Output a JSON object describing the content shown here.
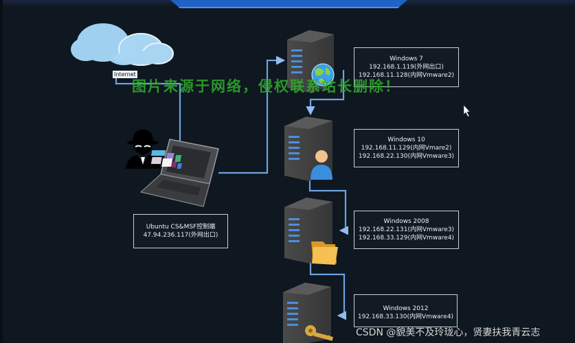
{
  "diagram": {
    "title_bar": {
      "label": ""
    },
    "internet": {
      "label": "Internet"
    },
    "attacker": {
      "title": "Ubuntu CS&MSF控制端",
      "ip": "47.94.236.117(外网出口)"
    },
    "nodes": [
      {
        "title": "Windows 7",
        "lines": [
          "192.168.1.119(外网出口)",
          "192.168.11.128(内网Vmware2)"
        ],
        "badge": "globe-icon"
      },
      {
        "title": "Windows 10",
        "lines": [
          "192.168.11.129(内网Vmare2)",
          "192.168.22.130(内网Vmware3)"
        ],
        "badge": "user-icon"
      },
      {
        "title": "Windows 2008",
        "lines": [
          "192.168.22.131(内网Vmware3)",
          "192.168.33.129(内网Vmware4)"
        ],
        "badge": "folder-icon"
      },
      {
        "title": "Windows 2012",
        "lines": [
          "192.168.33.130(内网Vmware4)"
        ],
        "badge": "key-icon"
      }
    ],
    "connections": [
      {
        "from": "Internet",
        "to": "Ubuntu CS&MSF控制端"
      },
      {
        "from": "Ubuntu CS&MSF控制端",
        "to": "Windows 7"
      },
      {
        "from": "Windows 7",
        "to": "Windows 10"
      },
      {
        "from": "Windows 10",
        "to": "Windows 2008"
      },
      {
        "from": "Windows 2008",
        "to": "Windows 2012"
      }
    ]
  },
  "watermark": "图片来源于网络，侵权联系站长删除！",
  "credit": "CSDN @貌美不及玲珑心，贤妻扶我青云志",
  "colors": {
    "background": "#0f1720",
    "connector": "#6fa3e0",
    "watermark": "#2fae2c",
    "title_bar": "#1f63c6"
  }
}
